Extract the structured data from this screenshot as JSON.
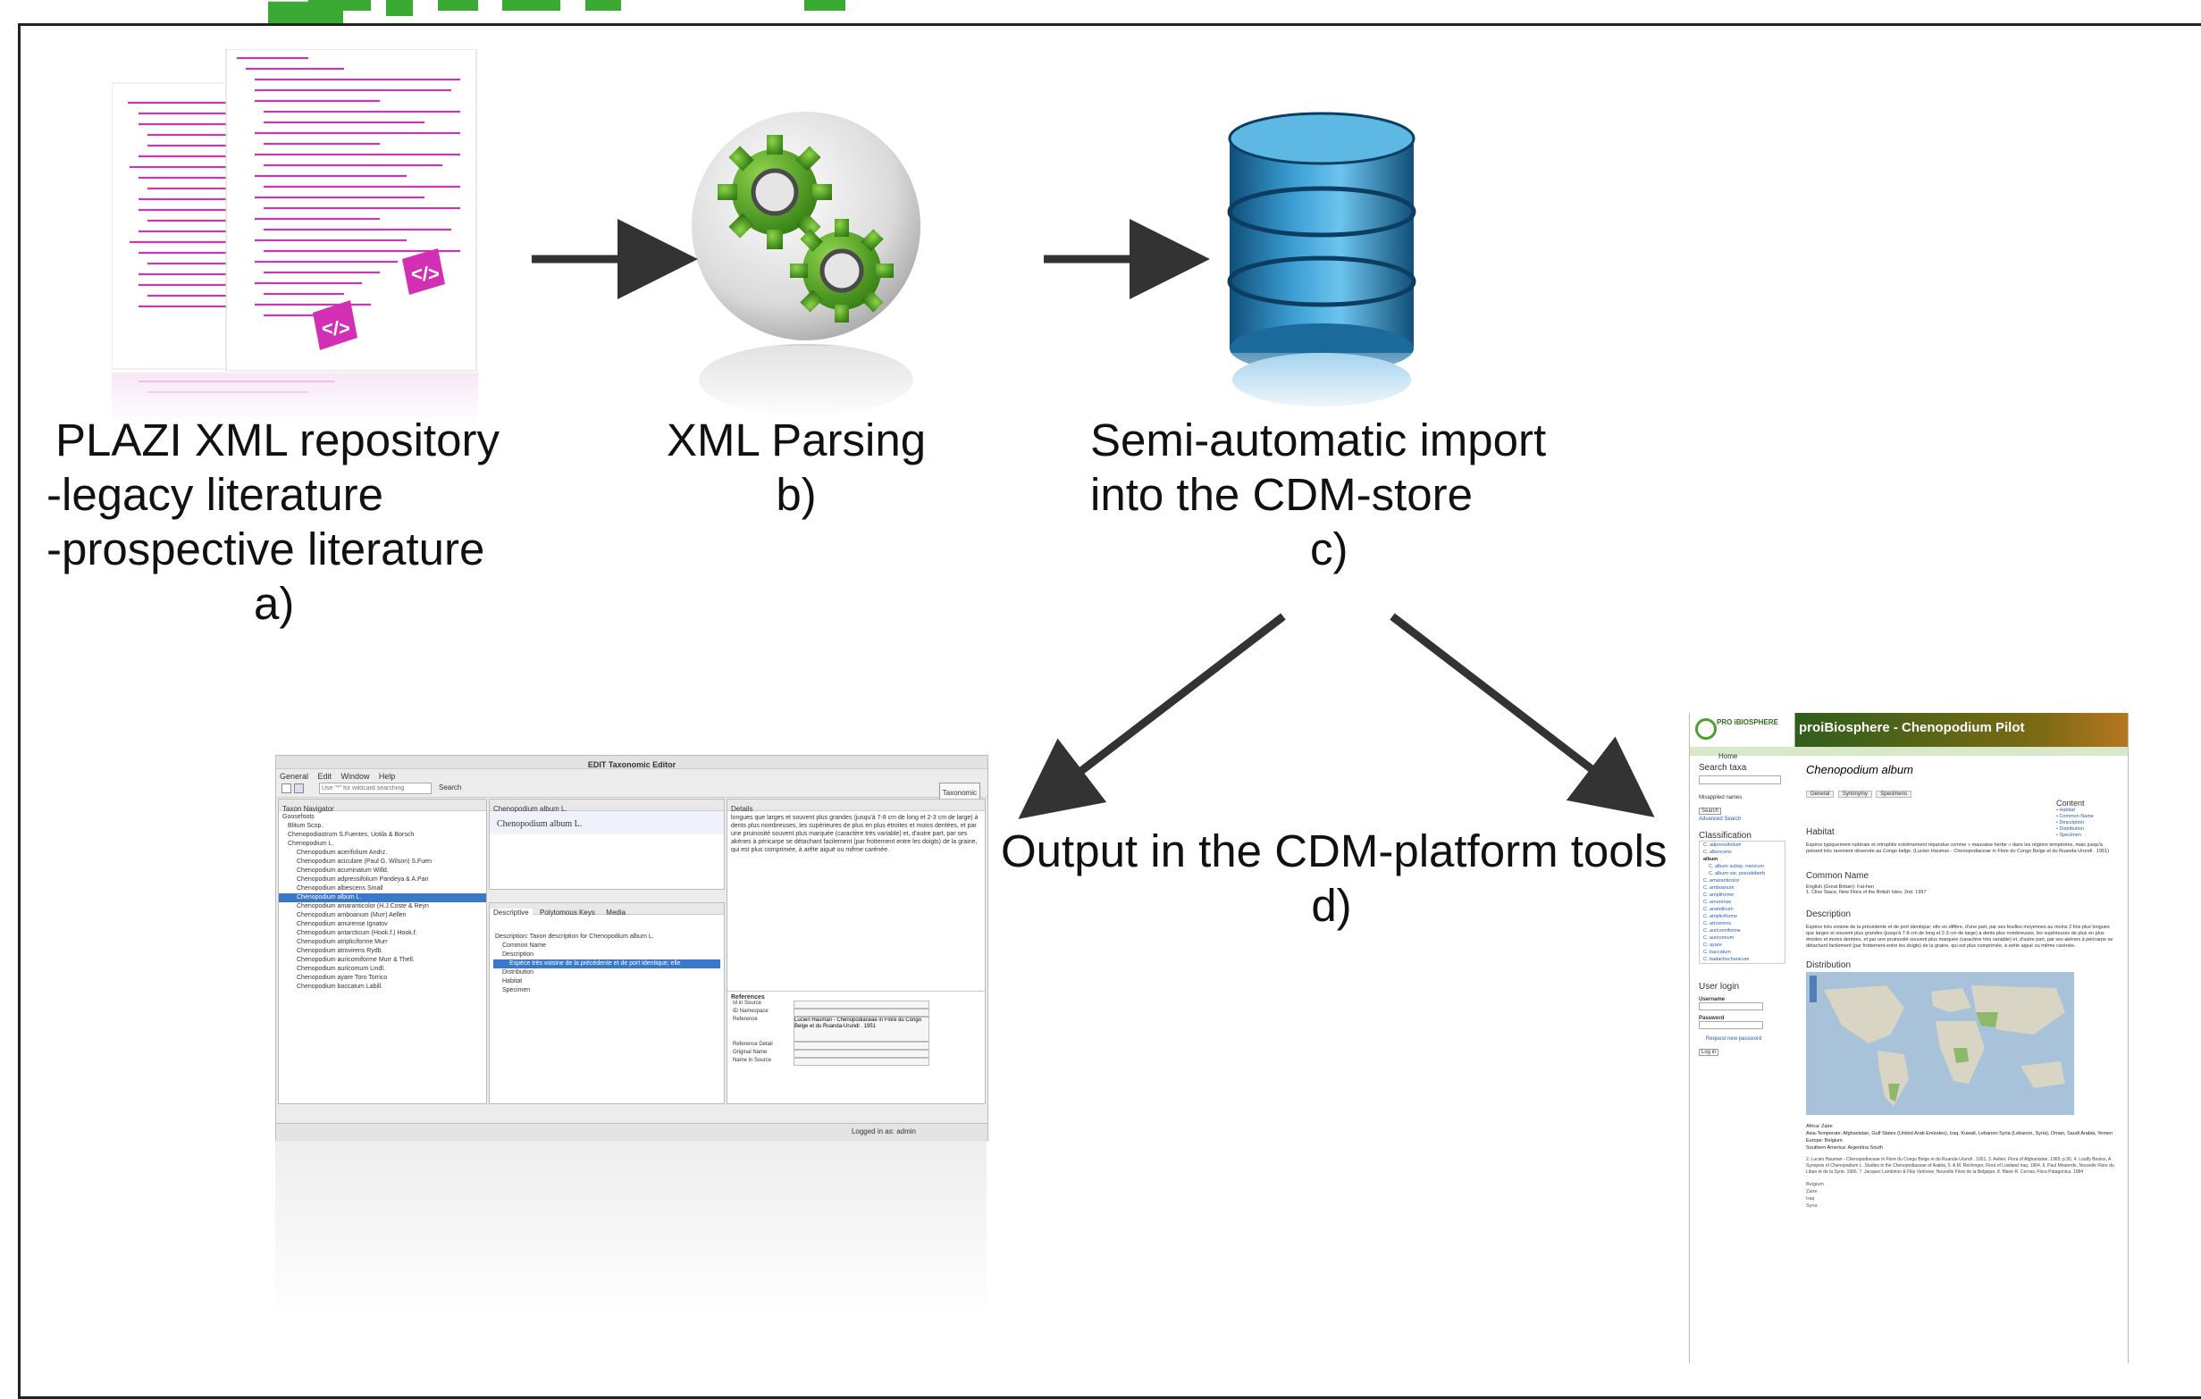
{
  "steps": {
    "a": {
      "lines": [
        "PLAZI XML repository",
        "-legacy literature",
        "-prospective literature"
      ],
      "label": "a)"
    },
    "b": {
      "lines": [
        "XML Parsing"
      ],
      "label": "b)"
    },
    "c": {
      "lines": [
        "Semi-automatic import",
        "into the CDM-store"
      ],
      "label": "c)"
    },
    "d": {
      "lines": [
        "Output in the CDM-platform tools"
      ],
      "label": "d)"
    }
  },
  "editor": {
    "window_title": "EDIT Taxonomic Editor",
    "menu": [
      "General",
      "Edit",
      "Window",
      "Help"
    ],
    "search_placeholder": "Use \"*\" for wildcard searching",
    "search_label": "Search",
    "perspective": "Taxonomic",
    "navigator_tab": "Taxon Navigator",
    "editor_tab": "Chenopodium album L.",
    "details_tab": "Details",
    "editor_name": "Chenopodium album L.",
    "taxa": [
      "Goosefoots",
      "Blitum Scop.",
      "Chenopodiastrum S.Fuentes, Uotila & Borsch",
      "Chenopodium L.",
      "Chenopodium acerifolium Andrz.",
      "Chenopodium aciculare (Paul G. Wilson) S.Fuen",
      "Chenopodium acuminatum Willd.",
      "Chenopodium adpressifolium Pandeya & A.Pan",
      "Chenopodium albescens Small",
      "Chenopodium album L.",
      "Chenopodium amaranticolor (H.J.Coste & Reyn",
      "Chenopodium amboanum (Murr) Aellen",
      "Chenopodium amurense Ignatov",
      "Chenopodium antarcticum (Hook.f.) Hook.f.",
      "Chenopodium atripliciforme Murr",
      "Chenopodium atrovirens Rydb.",
      "Chenopodium auricomiforme Murr & Thell.",
      "Chenopodium auricomum Lindl.",
      "Chenopodium ayare Toro Torrico",
      "Chenopodium baccatum Labill."
    ],
    "details_text": "longues que larges et souvent plus grandes (jusqu'à 7-8 cm de long et 2-3 cm de large) à dents plus nombreuses, les supérieures de plus en plus étroites et moins dentées, et par une pruinosité souvent plus marquée (caractère très variable) et, d'autre part, par ses akènes à péricarpe se détachant facilement (par frottement entre les doigts) de la graine, qui est plus comprimée, à arête aiguë ou même carénée.",
    "desc_tabs": [
      "Descriptive",
      "Polytomous Keys",
      "Media"
    ],
    "desc_tree": [
      "Description: Taxon description for Chenopodium album L.",
      "Common Name",
      "Description",
      "Espèce très voisine de la précédente et de port identique; elle",
      "Distribution",
      "Habitat",
      "Specimen"
    ],
    "references_label": "References",
    "ref_fields": [
      "Id in Source",
      "ID Namespace",
      "Reference",
      "Reference Detail",
      "Original Name",
      "Name in Source"
    ],
    "ref_value": "Lucien Hauman - Chenopodiaceae in Flore du Congo Belge et du Ruanda-Urundi . 1951",
    "status": "Logged in as: admin"
  },
  "portal": {
    "logo_text": "PRO iBIOSPHERE",
    "banner": "proiBiosphere - Chenopodium Pilot",
    "nav_home": "Home",
    "search_heading": "Search taxa",
    "search_button": "Search",
    "misapplied": "Misapplied names",
    "advanced": "Advanced Search",
    "classification_heading": "Classification",
    "classification_items": [
      "C. adpressifolium",
      "C. albescens",
      "album",
      "C. album subsp. iranicum",
      "C. album var. pseudoborb",
      "C. amaranticolor",
      "C. amboanum",
      "C. ampliforme",
      "C. amurense",
      "C. anatolicum",
      "C. atripliciforme",
      "C. atrovirens",
      "C. auricomiforme",
      "C. auricomum",
      "C. ayare",
      "C. baccatum",
      "C. badachschanicum"
    ],
    "login_heading": "User login",
    "username_label": "Username",
    "password_label": "Password",
    "request_password": "Request new password",
    "login_button": "Log in",
    "taxon_title": "Chenopodium album",
    "tabs": [
      "General",
      "Synonymy",
      "Specimens"
    ],
    "content_heading": "Content",
    "content_links": [
      "Habitat",
      "Common Name",
      "Description",
      "Distribution",
      "Specimen"
    ],
    "habitat_heading": "Habitat",
    "habitat_text": "Espèce typiquement rudérale et nitrophile extrêmement répandue comme « mauvaise herbe » dans les régions tempérées, mais jusqu'à présent très rarement observée au Congo belge. (Lucien Hauman - Chenopodiaceae in Flore du Congo Belge et du Ruanda-Urundi . 1951)",
    "common_name_heading": "Common Name",
    "common_name_line": "English (Great Britain): Fat-hen",
    "common_name_ref": "1. Clive Stace, New Flora of the British Isles. 2nd. 1997",
    "description_heading": "Description",
    "description_text": "Espèce très voisine de la précédente et de port identique; elle en diffère, d'une part, par ses feuilles moyennes au moins 2 fois plus longues que larges et souvent plus grandes (jusqu'à 7-8 cm de long et 2-3 cm de large) à dents plus nombreuses, les supérieures de plus en plus étroites et moins dentées, et par une pruinosité souvent plus marquée (caractère très variable) et, d'autre part, par ses akènes à péricarpe se détachant facilement (par frottement entre les doigts) de la graine, qui est plus comprimée, à arête aiguë ou même carénée.",
    "distribution_heading": "Distribution",
    "dist_lines": [
      "Africa: Zaire",
      "Asia-Temperate: Afghanistan, Gulf States (United Arab Emirates), Iraq, Kuwait, Lebanon-Syria (Lebanon, Syria), Oman, Saudi Arabia, Yemen",
      "Europe: Belgium",
      "Southern America: Argentina South"
    ],
    "refs_text": "2. Lucien Hauman - Chenopodiaceae in Flore du Congo Belge et du Ruanda-Urundi . 1951, 3. Aellen, Flora of Afghanistan. 1965: p.95, 4. Loutfy Boulos, A Synopsis of Chenopodium L. Studies in the Chenopodiaceae of Arabia, 5. A.M. Rechinger, Flora of Lowland Iraq. 1964, 6. Paul Mouterde, Nouvelle Flore du Liban et de la Syrie. 1966, 7. Jacques Lambinon & Filip Verloove, Nouvelle Flore de la Belgique, 8. Marie R. Cernav, Flora Patagonica. 1984",
    "specimen_lines": [
      "Belgium",
      "Zaire",
      "Iraq",
      "Syria"
    ]
  }
}
